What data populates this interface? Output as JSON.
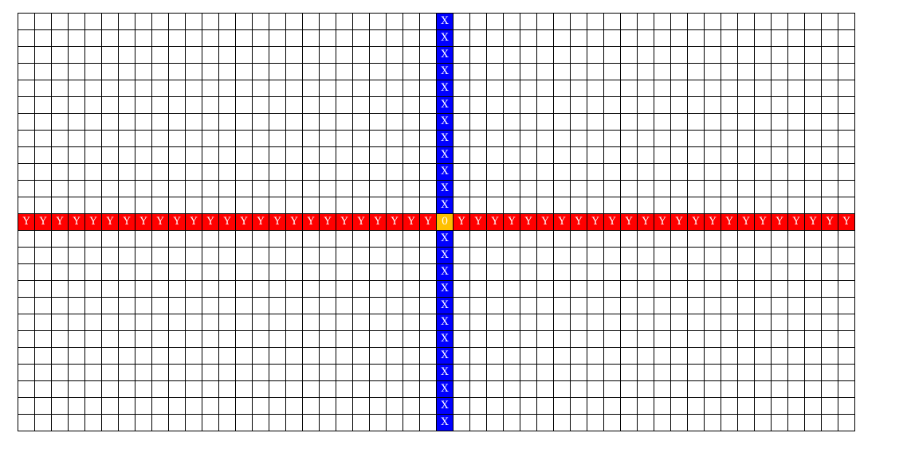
{
  "grid": {
    "rows": 25,
    "cols": 50,
    "axis_row": 12,
    "axis_col": 25,
    "x_label": "X",
    "y_label": "Y",
    "origin_label": "0",
    "colors": {
      "background": "#ffffff",
      "grid_line": "#000000",
      "x_axis_cell": "#0000ff",
      "y_axis_cell": "#ff0000",
      "origin_cell": "#ffc000",
      "axis_text": "#ffffff"
    }
  }
}
